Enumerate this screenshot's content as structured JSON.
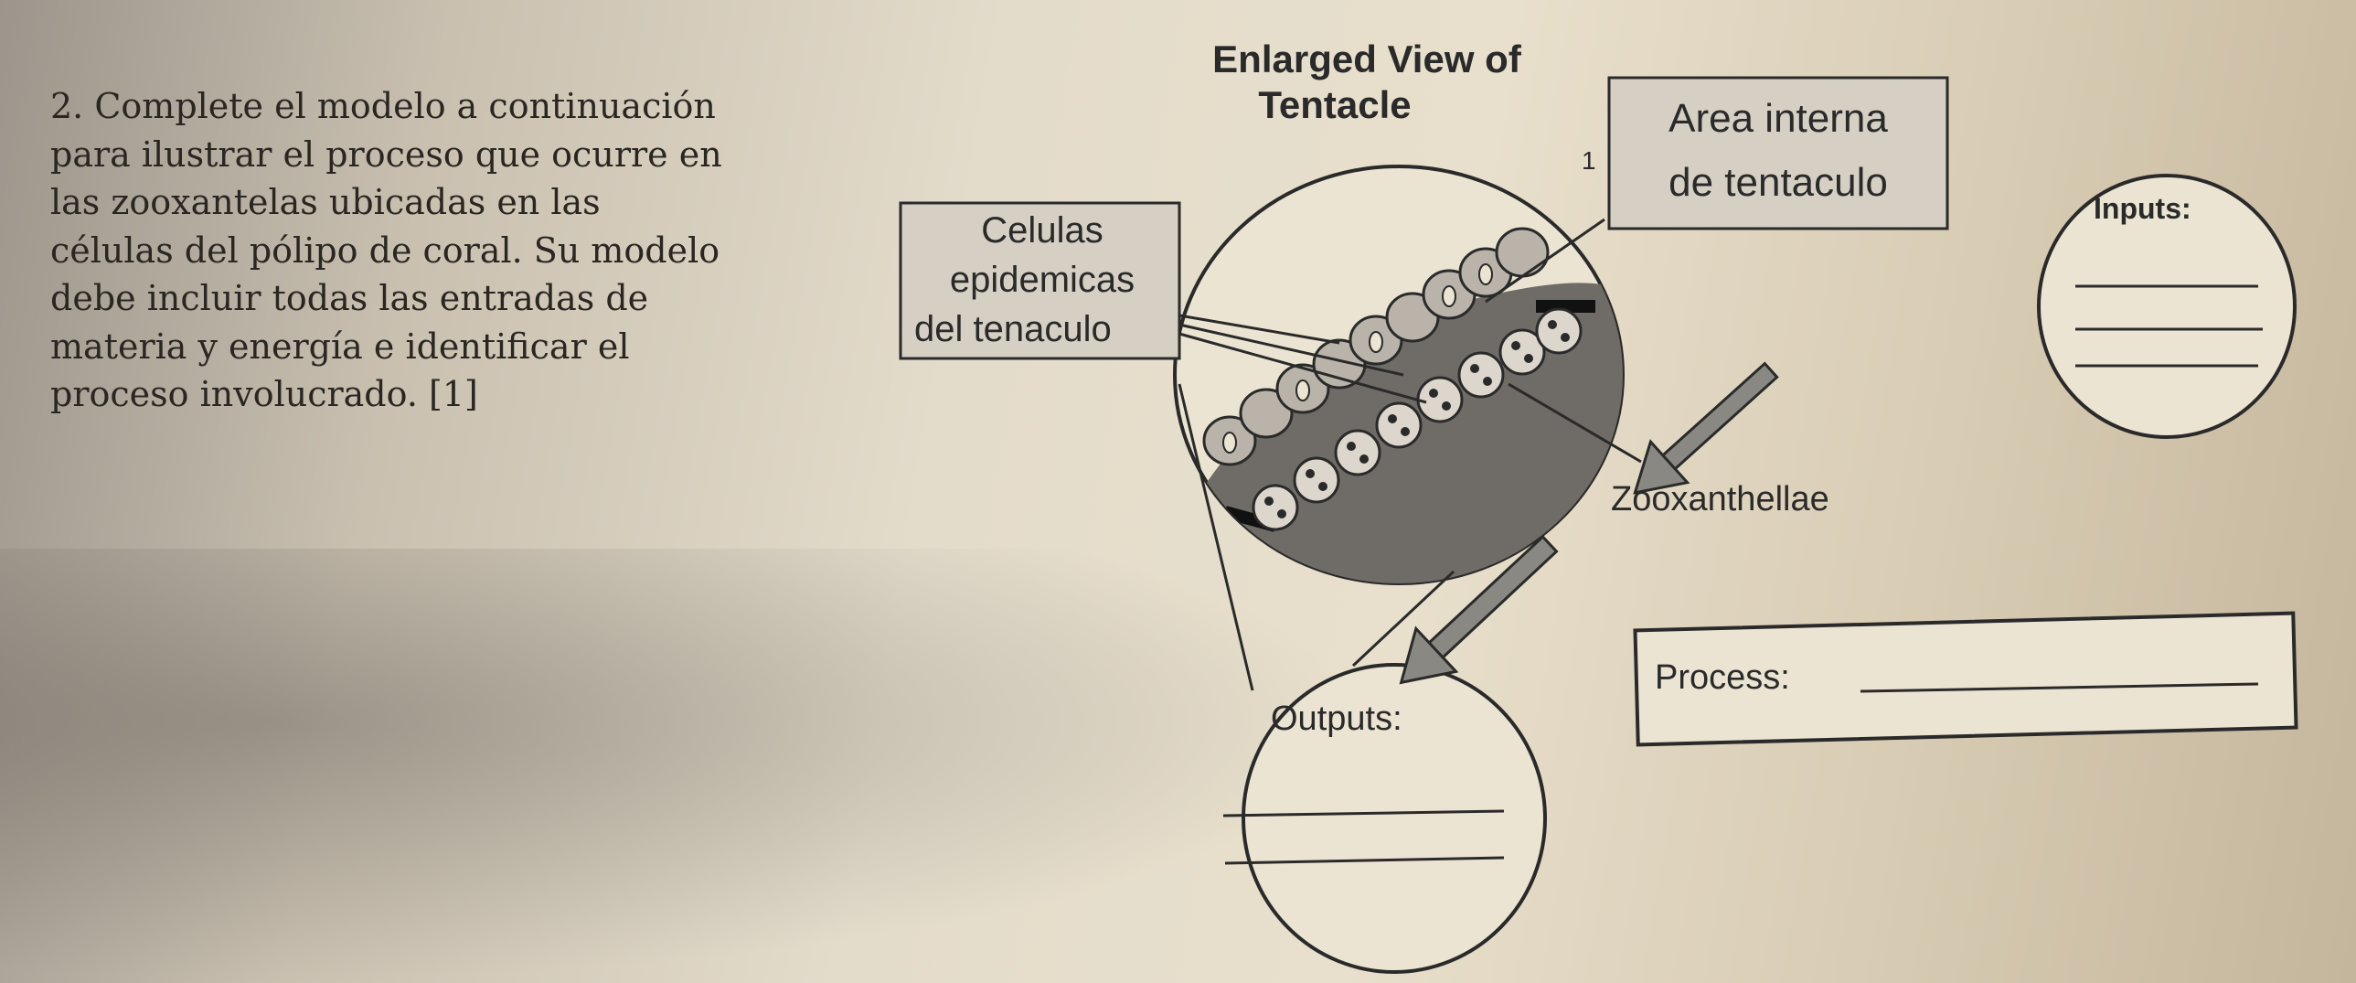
{
  "question": {
    "lines": [
      "2. Complete el modelo a continuación",
      "para ilustrar el proceso que ocurre en",
      "las zooxantelas ubicadas en las",
      "células del pólipo de coral. Su modelo",
      "debe incluir todas las entradas de",
      "materia y energía e identificar el",
      "proceso involucrado. [1]"
    ]
  },
  "diagram": {
    "title_line1": "Enlarged View of",
    "title_line2": "Tentacle",
    "epidermal_label": [
      "Celulas",
      "epidemicas",
      "del tenaculo"
    ],
    "interior_label": [
      "Area interna",
      "de tentaculo"
    ],
    "zooxanthellae_label": "Zooxanthellae",
    "inputs_label": "Inputs:",
    "outputs_label": "Outputs:",
    "process_label": "Process:",
    "stray_mark": "1"
  },
  "colors": {
    "tentacle_interior": "#6f6b66",
    "cell_fill": "#b9b3aa",
    "arrow_fill": "#8a8882",
    "ink": "#2a2a2a"
  }
}
